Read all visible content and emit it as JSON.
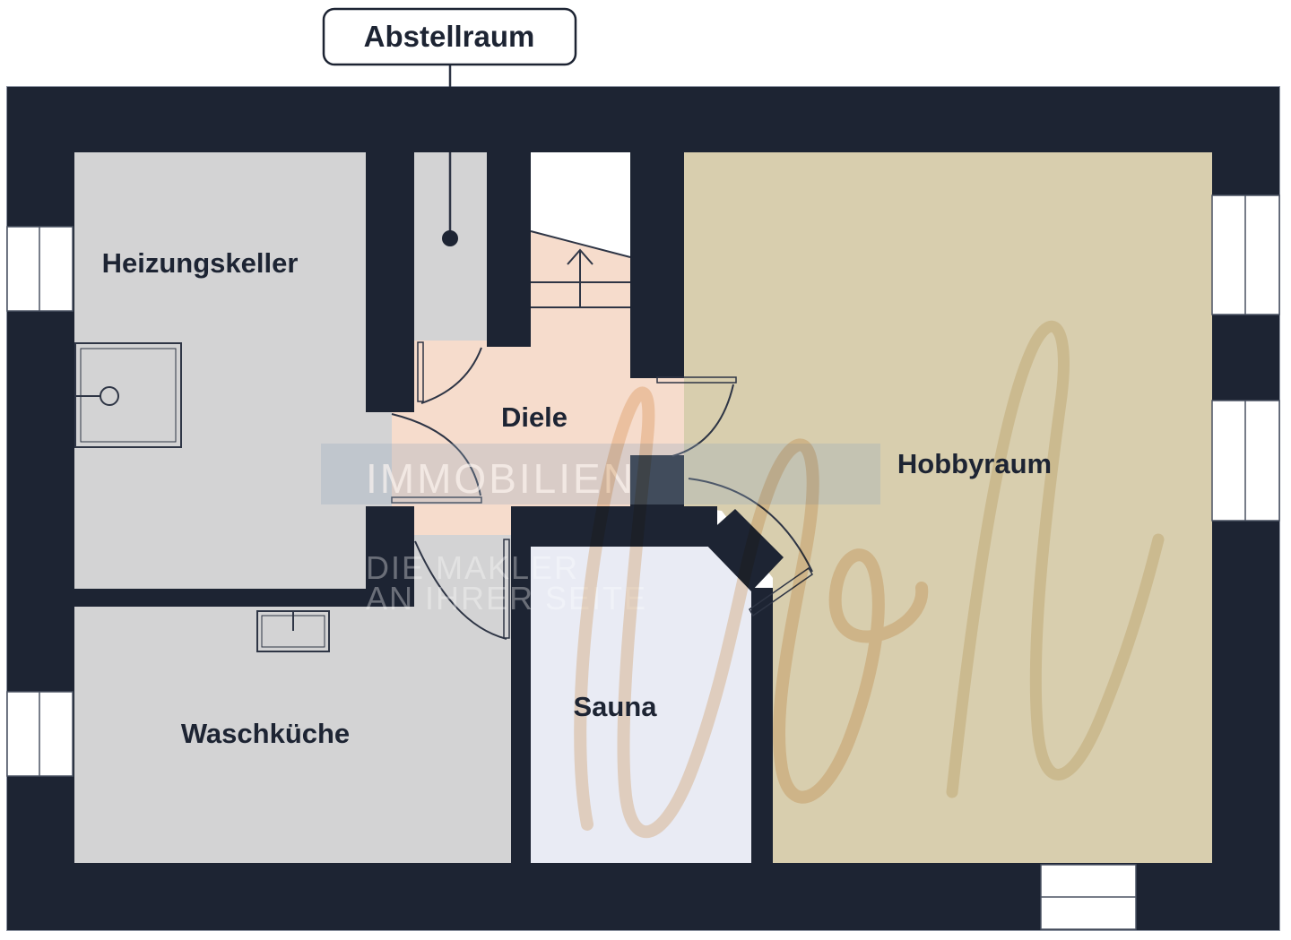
{
  "callout": {
    "label": "Abstellraum"
  },
  "rooms": {
    "heizungskeller": {
      "label": "Heizungskeller",
      "color": "#d3d3d4"
    },
    "abstellraum": {
      "label": "Abstellraum",
      "color": "#d3d3d4"
    },
    "diele": {
      "label": "Diele",
      "color": "#f6dccc"
    },
    "waschkueche": {
      "label": "Waschküche",
      "color": "#d3d3d4"
    },
    "sauna": {
      "label": "Sauna",
      "color": "#e9ebf4"
    },
    "hobbyraum": {
      "label": "Hobbyraum",
      "color": "#d8ceae"
    }
  },
  "watermark": {
    "band_text": "IMMOBILIEN",
    "tagline_line1": "DIE MAKLER",
    "tagline_line2": "AN IHRER SEITE"
  },
  "colors": {
    "wall": "#1d2433",
    "line": "#2e3545",
    "outline": "#8e95a3",
    "window": "#ffffff",
    "page": "#ffffff",
    "stairs": "#f6dccc",
    "signature_main": "#eccaa2",
    "signature_faint": "#e3d2ab"
  }
}
